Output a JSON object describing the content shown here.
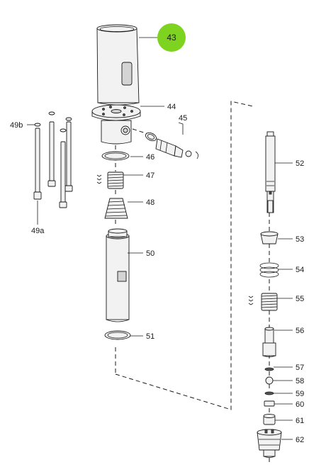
{
  "callouts": {
    "p43": "43",
    "p44": "44",
    "p45": "45",
    "p46": "46",
    "p47": "47",
    "p48": "48",
    "p49a": "49a",
    "p49b": "49b",
    "p50": "50",
    "p51": "51",
    "p52": "52",
    "p53": "53",
    "p54": "54",
    "p55": "55",
    "p56": "56",
    "p57": "57",
    "p58": "58",
    "p59": "59",
    "p60": "60",
    "p61": "61",
    "p62": "62"
  },
  "highlight": {
    "part": "43",
    "color": "#7ed321"
  }
}
